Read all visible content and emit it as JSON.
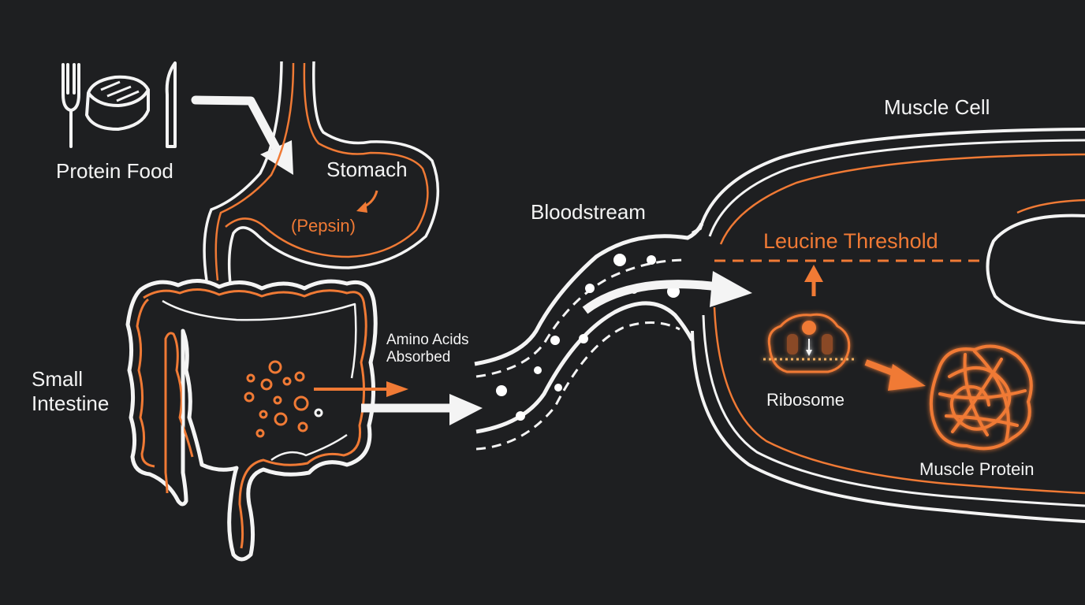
{
  "labels": {
    "protein_food": "Protein Food",
    "stomach": "Stomach",
    "pepsin": "(Pepsin)",
    "small_intestine_line1": "Small",
    "small_intestine_line2": "Intestine",
    "amino_acids_line1": "Amino Acids",
    "amino_acids_line2": "Absorbed",
    "bloodstream": "Bloodstream",
    "muscle_cell": "Muscle Cell",
    "leucine_threshold": "Leucine Threshold",
    "ribosome": "Ribosome",
    "muscle_protein": "Muscle Protein"
  },
  "colors": {
    "background": "#1e1f21",
    "line": "#f4f4f4",
    "accent": "#f07a35"
  },
  "icons": [
    "fork-icon",
    "steak-icon",
    "knife-icon",
    "ribosome-icon",
    "folded-protein-icon"
  ]
}
